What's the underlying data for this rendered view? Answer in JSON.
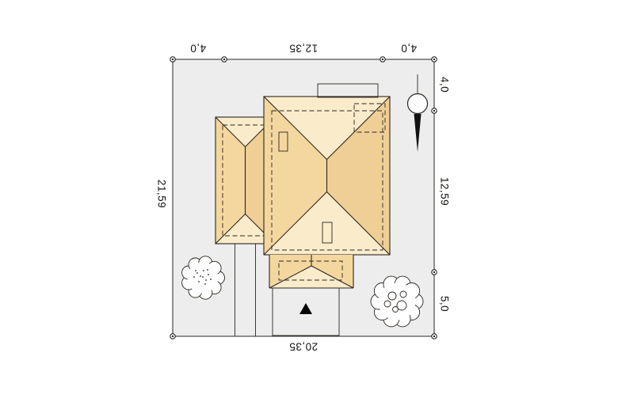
{
  "dimensions": {
    "top_segments": [
      "4,0",
      "12,35",
      "4,0"
    ],
    "bottom_total": "20,35",
    "left_total": "21,59",
    "right_segments": [
      "4,0",
      "12,59",
      "5,0"
    ]
  },
  "icons": {
    "north_arrow": "compass-north-arrow",
    "entrance_arrow": "▲",
    "tree": "deciduous-tree",
    "boundary_marker": "survey-boundary-point"
  },
  "colors": {
    "background": "#ffffff",
    "plot_fill": "#ededed",
    "roof_light": "#faeccb",
    "roof_mid": "#f4d79f",
    "roof_deep": "#f0cf96",
    "chimney": "#e8c28c",
    "line": "#2b2620"
  }
}
